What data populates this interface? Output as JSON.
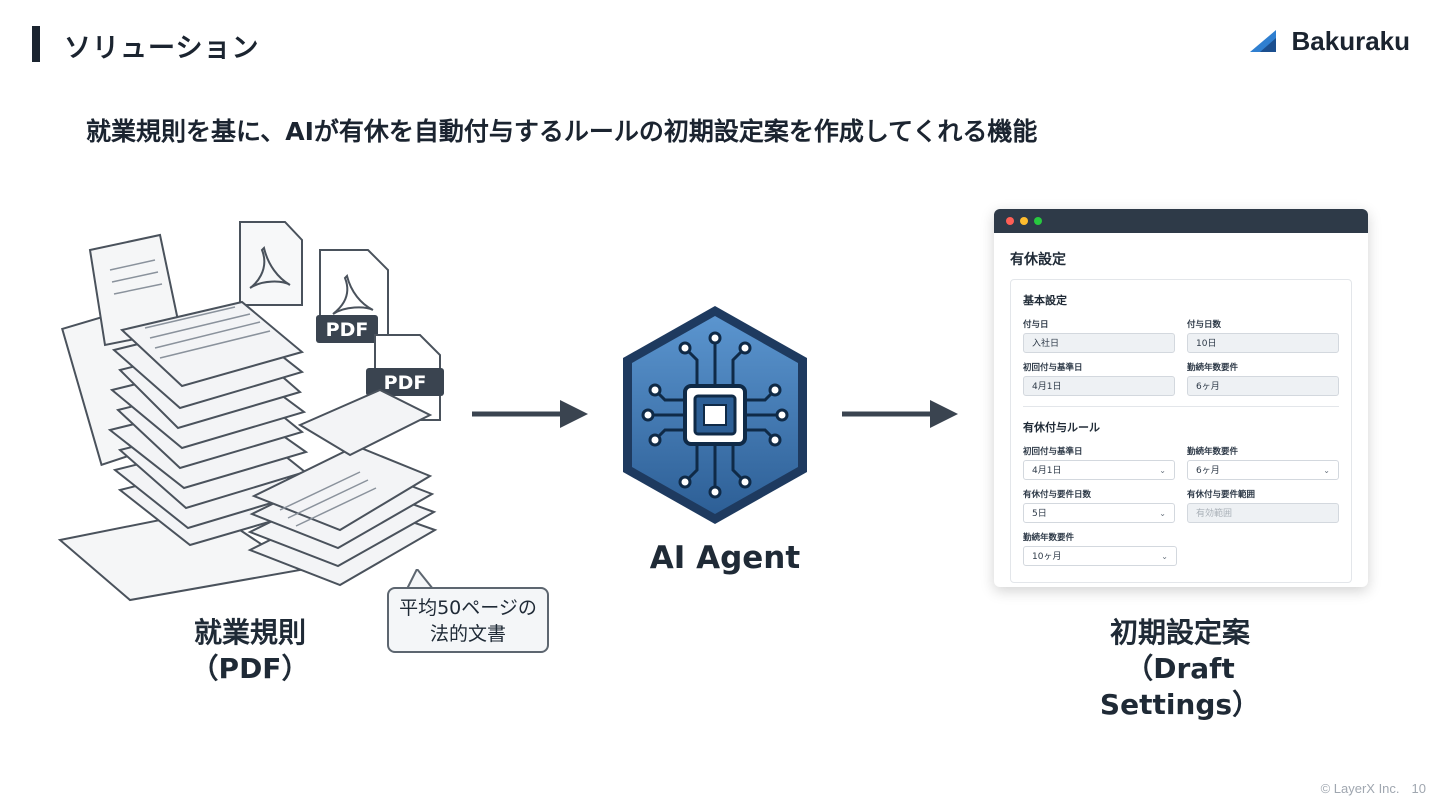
{
  "header": {
    "section_title": "ソリューション",
    "brand_name": "Bakuraku"
  },
  "subtitle": "就業規則を基に、AIが有休を自動付与するルールの初期設定案を作成してくれる機能",
  "left": {
    "pdf_badge_1": "PDF",
    "pdf_badge_2": "PDF",
    "caption_line1": "就業規則",
    "caption_line2": "（PDF）",
    "bubble_line1": "平均50ページの",
    "bubble_line2": "法的文書"
  },
  "center": {
    "label": "AI Agent"
  },
  "right": {
    "caption_line1": "初期設定案",
    "caption_line2": "（Draft Settings）"
  },
  "app": {
    "title": "有休設定",
    "traffic_colors": [
      "#ff5f56",
      "#ffbd2e",
      "#27c93f"
    ],
    "basic": {
      "title": "基本設定",
      "fields": [
        {
          "label": "付与日",
          "value": "入社日"
        },
        {
          "label": "付与日数",
          "value": "10日"
        },
        {
          "label": "初回付与基準日",
          "value": "4月1日"
        },
        {
          "label": "勤続年数要件",
          "value": "6ヶ月"
        }
      ]
    },
    "rules": {
      "title": "有休付与ルール",
      "fields": [
        {
          "label": "初回付与基準日",
          "value": "4月1日"
        },
        {
          "label": "勤続年数要件",
          "value": "6ヶ月"
        },
        {
          "label": "有休付与要件日数",
          "value": "5日"
        },
        {
          "label": "有休付与要件範囲",
          "value": "有効範囲"
        },
        {
          "label": "勤続年数要件",
          "value": "10ヶ月"
        }
      ]
    }
  },
  "footer": {
    "copyright": "© LayerX Inc.",
    "page": "10"
  },
  "colors": {
    "dark": "#1b2430",
    "hex_blue": "#3a75b5",
    "hex_dark": "#1e3a5f"
  }
}
